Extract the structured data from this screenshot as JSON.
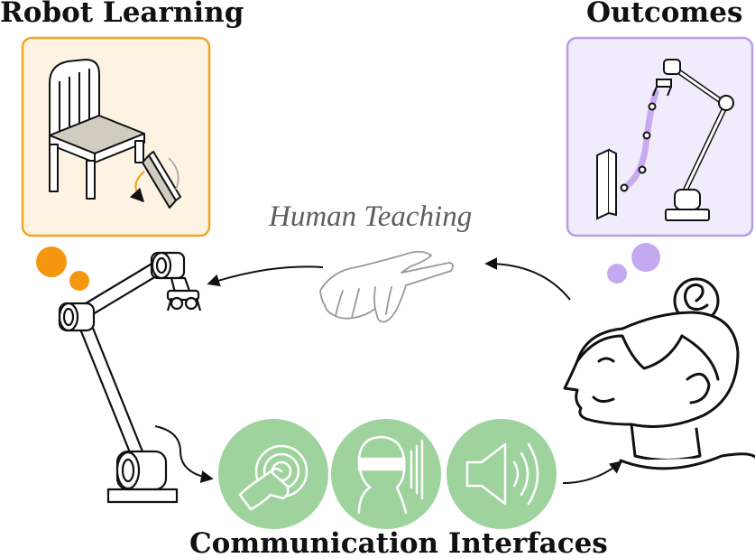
{
  "labels": {
    "robot_learning": "Robot Learning",
    "outcomes": "Outcomes",
    "human_teaching": "Human Teaching",
    "communication_interfaces": "Communication Interfaces"
  },
  "colors": {
    "robot_panel_fill": "#fdf3e3",
    "robot_panel_border": "#f4a623",
    "robot_thought": "#f5960f",
    "outcome_panel_fill": "#f1ecfb",
    "outcome_panel_border": "#b79ee8",
    "outcome_thought": "#c3a9ef",
    "trajectory": "#c7aaf0",
    "interface_circle": "#9fd39d",
    "line": "#111111",
    "hand": "#999999"
  },
  "icons": {
    "interfaces": [
      "touch-tap-icon",
      "gaze-tracking-icon",
      "speaker-sound-icon"
    ],
    "robot_panel": "chair-assembly-icon",
    "outcome_panel": "robot-arm-trajectory-icon",
    "human": "person-head-icon",
    "teaching": "pointing-hand-icon",
    "robot": "robot-arm-icon"
  }
}
